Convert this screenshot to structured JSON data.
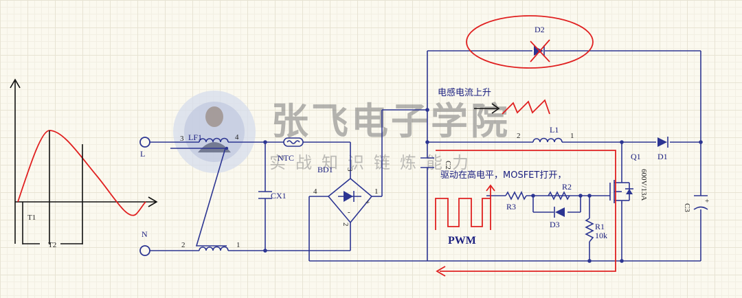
{
  "watermark": {
    "title": "张飞电子学院",
    "subtitle": "实战知识链炼能力"
  },
  "waveform": {
    "t1_label": "T1",
    "t2_label": "T2"
  },
  "inputs": {
    "line_label": "L",
    "neutral_label": "N"
  },
  "lf1": {
    "name": "LF1",
    "pin3": "3",
    "pin4": "4",
    "pin2": "2",
    "pin1": "1"
  },
  "ntc": {
    "name": "NTC"
  },
  "cx1": {
    "name": "CX1"
  },
  "bd1": {
    "name": "BD1",
    "pin1": "1",
    "pin2": "2",
    "pin3": "3",
    "pin4": "4",
    "plus": "+",
    "minus": "-"
  },
  "c2": {
    "name": "C2"
  },
  "c3": {
    "name": "C3"
  },
  "l1": {
    "name": "L1",
    "pin1": "1",
    "pin2": "2"
  },
  "d1": {
    "name": "D1"
  },
  "d2": {
    "name": "D2"
  },
  "d3": {
    "name": "D3"
  },
  "q1": {
    "name": "Q1",
    "rating": "600V/13A"
  },
  "r1": {
    "name": "R1",
    "value": "10k"
  },
  "r2": {
    "name": "R2"
  },
  "r3": {
    "name": "R3"
  },
  "annotations": {
    "inductor_current_rise": "电感电流上升",
    "drive_high": "驱动在高电平，MOSFET打开，",
    "pwm": "PWM"
  }
}
